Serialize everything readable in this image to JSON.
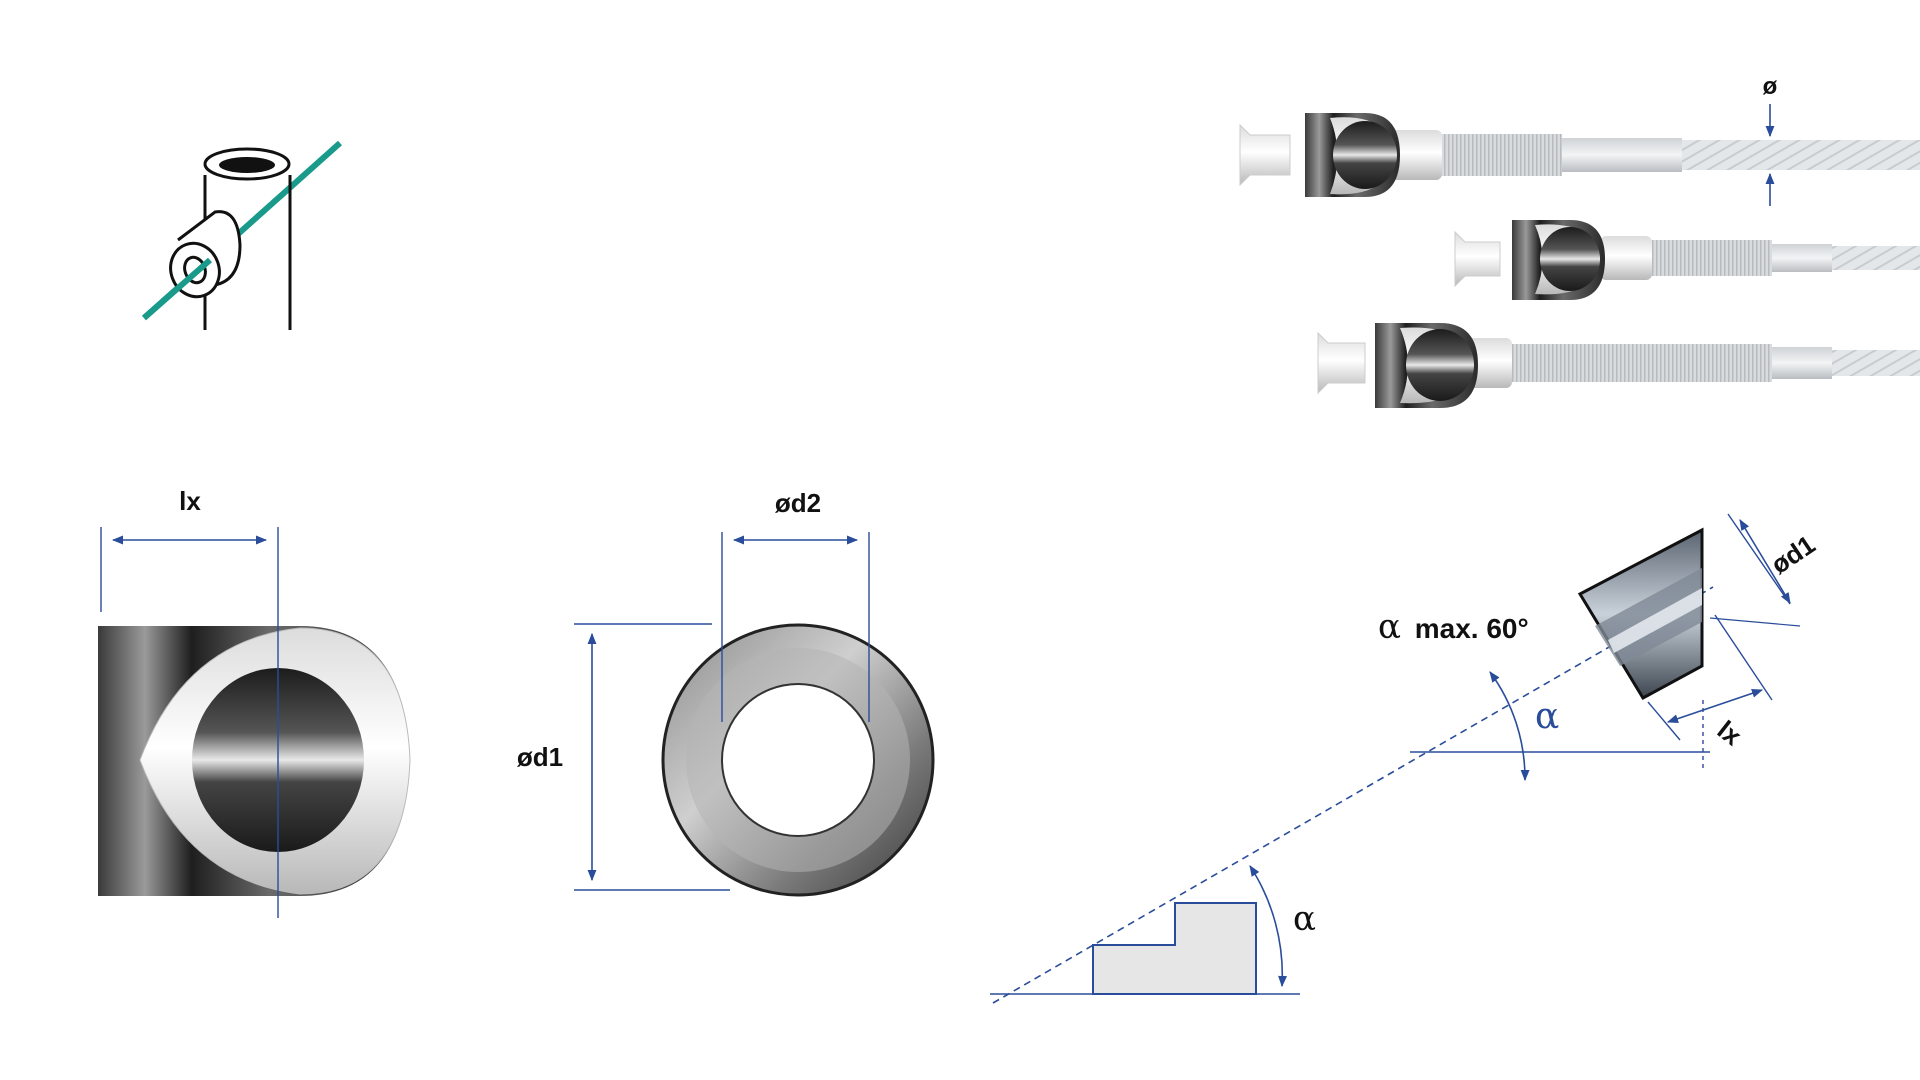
{
  "labels": {
    "lx_left": "lx",
    "d2": "ød2",
    "d1": "ød1",
    "diameter_cable": "ø",
    "d1_right": "ød1",
    "lx_right": "lx",
    "alpha_max_symbol": "α",
    "alpha_max_text": "max. 60°",
    "alpha_upper": "α",
    "alpha_lower": "α"
  },
  "colors": {
    "dimension": "#2a4d9b",
    "icon_cable": "#1a9a8a",
    "text": "#111111",
    "block_fill": "#e6e6e6"
  },
  "icons": {
    "mount_icon": "pipe-with-cable-fitting-icon"
  }
}
